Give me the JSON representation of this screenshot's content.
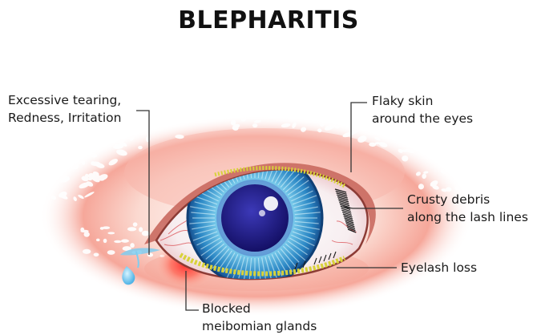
{
  "title": "BLEPHARITIS",
  "labels": {
    "tearing": [
      "Excessive tearing,",
      "Redness, Irritation"
    ],
    "flaky": [
      "Flaky skin",
      "around the eyes"
    ],
    "crusty": [
      "Crusty debris",
      "along the lash lines"
    ],
    "lash_loss": [
      "Eyelash loss"
    ],
    "glands": [
      "Blocked",
      "meibomian glands"
    ]
  },
  "colors": {
    "iris_outer": "#1e7ab8",
    "iris_inner": "#7fd0ee",
    "pupil": "#1f1e8a",
    "inflammation": "#f26a6a",
    "debris": "#d8d23a",
    "leader": "#333333"
  }
}
